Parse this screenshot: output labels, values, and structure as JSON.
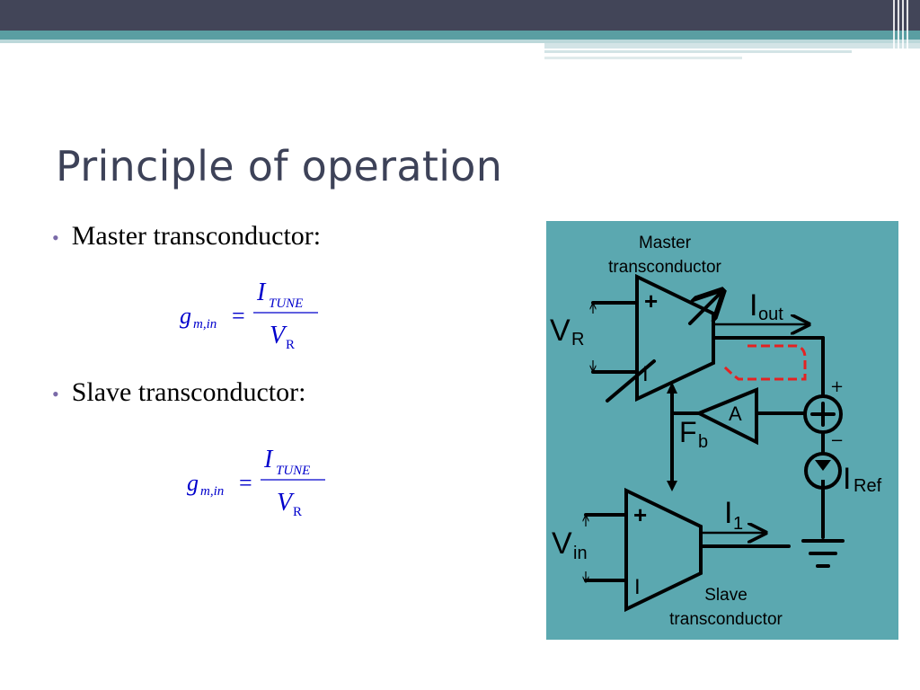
{
  "slide": {
    "title": "Principle of operation",
    "bullets": [
      {
        "text": "Master transconductor:"
      },
      {
        "text": "Slave transconductor:"
      }
    ]
  },
  "formula": {
    "lhs": "g",
    "lhs_sub": "m,in",
    "eq": "=",
    "num": "I",
    "num_sub": "TUNE",
    "den": "V",
    "den_sub": "R"
  },
  "diagram": {
    "background": "#5ba8b0",
    "master_label_line1": "Master",
    "master_label_line2": "transconductor",
    "slave_label_line1": "Slave",
    "slave_label_line2": "transconductor",
    "plus": "+",
    "minus": "I",
    "vr": "V",
    "vr_sub": "R",
    "iout": "I",
    "iout_sub": "out",
    "a": "A",
    "fb": "F",
    "fb_sub": "b",
    "iref": "I",
    "iref_sub": "Ref",
    "vin": "V",
    "vin_sub": "in",
    "i1": "I",
    "i1_sub": "1",
    "src_plus": "+",
    "src_minus": "−"
  },
  "colors": {
    "bar_dark": "#424558",
    "bar_teal": "#5a9ea2",
    "title": "#3d4258",
    "bullet": "#7a6aa8",
    "formula": "#0000cc",
    "loop": "#e52222"
  }
}
